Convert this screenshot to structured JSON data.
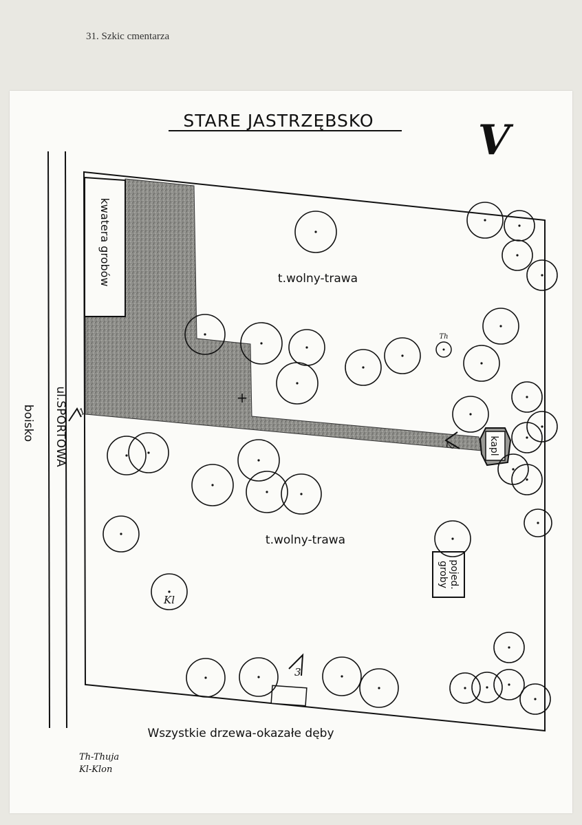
{
  "header": {
    "title": "31. Szkic cmentarza"
  },
  "map": {
    "title": "STARE JASTRZĘBSKO",
    "corner_mark": "V",
    "street_label": "ul.SPORTOWA",
    "field_label": "boisko",
    "graves_section_label": "kwatera grobów",
    "free_area_top": "t.wolny-trawa",
    "free_area_bottom": "t.wolny-trawa",
    "chapel_label": "kapl",
    "single_graves_label": "pojed.\ngroby",
    "thuja_marker": "Th",
    "maple_marker": "Kl",
    "gate_1": "1",
    "gate_2": "2",
    "gate_3": "3",
    "note": "Wszystkie drzewa-okazałe dęby",
    "legend_thuja": "Th-Thuja",
    "legend_maple": "Kl-Klon",
    "cross_symbol": "+"
  },
  "colors": {
    "ink": "#111111",
    "paper": "#fbfbf8",
    "shade": "#8a8a86"
  }
}
